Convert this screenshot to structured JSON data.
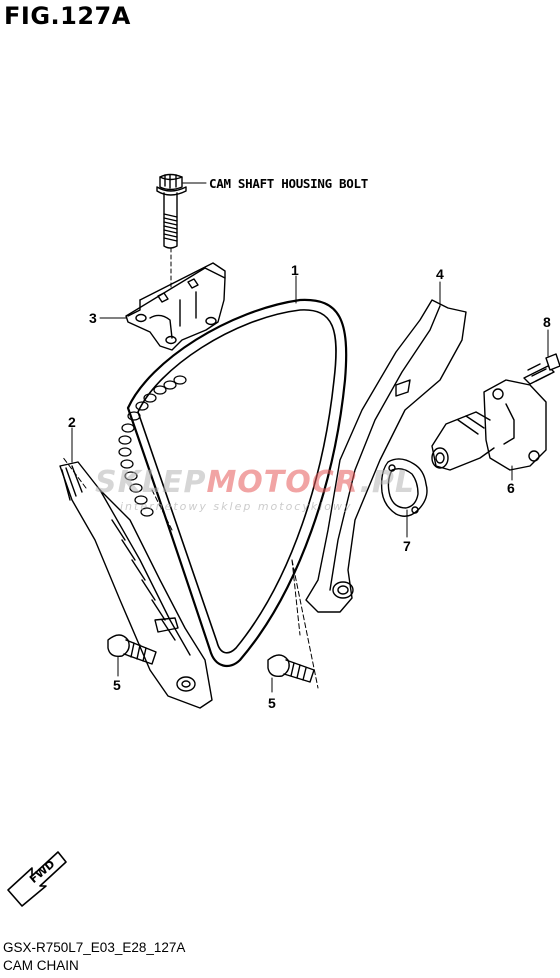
{
  "figure": {
    "title": "FIG.127A",
    "model_code": "GSX-R750L7_E03_E28_127A",
    "caption": "CAM CHAIN"
  },
  "labels": {
    "bolt_label": "CAM SHAFT HOUSING BOLT"
  },
  "callouts": [
    {
      "id": "1"
    },
    {
      "id": "2"
    },
    {
      "id": "3"
    },
    {
      "id": "4"
    },
    {
      "id": "5"
    },
    {
      "id": "5"
    },
    {
      "id": "6"
    },
    {
      "id": "7"
    },
    {
      "id": "8"
    }
  ],
  "watermark": {
    "brand_part1": "SKLEP",
    "brand_part2": "MOTOCR",
    "brand_part3": ".PL",
    "subtitle": "internetowy sklep motocyklowy"
  },
  "fwd_arrow": {
    "text": "FWD"
  },
  "colors": {
    "line": "#000000",
    "watermark_gray": "#b4b4b4",
    "watermark_red": "#e65a5a"
  }
}
